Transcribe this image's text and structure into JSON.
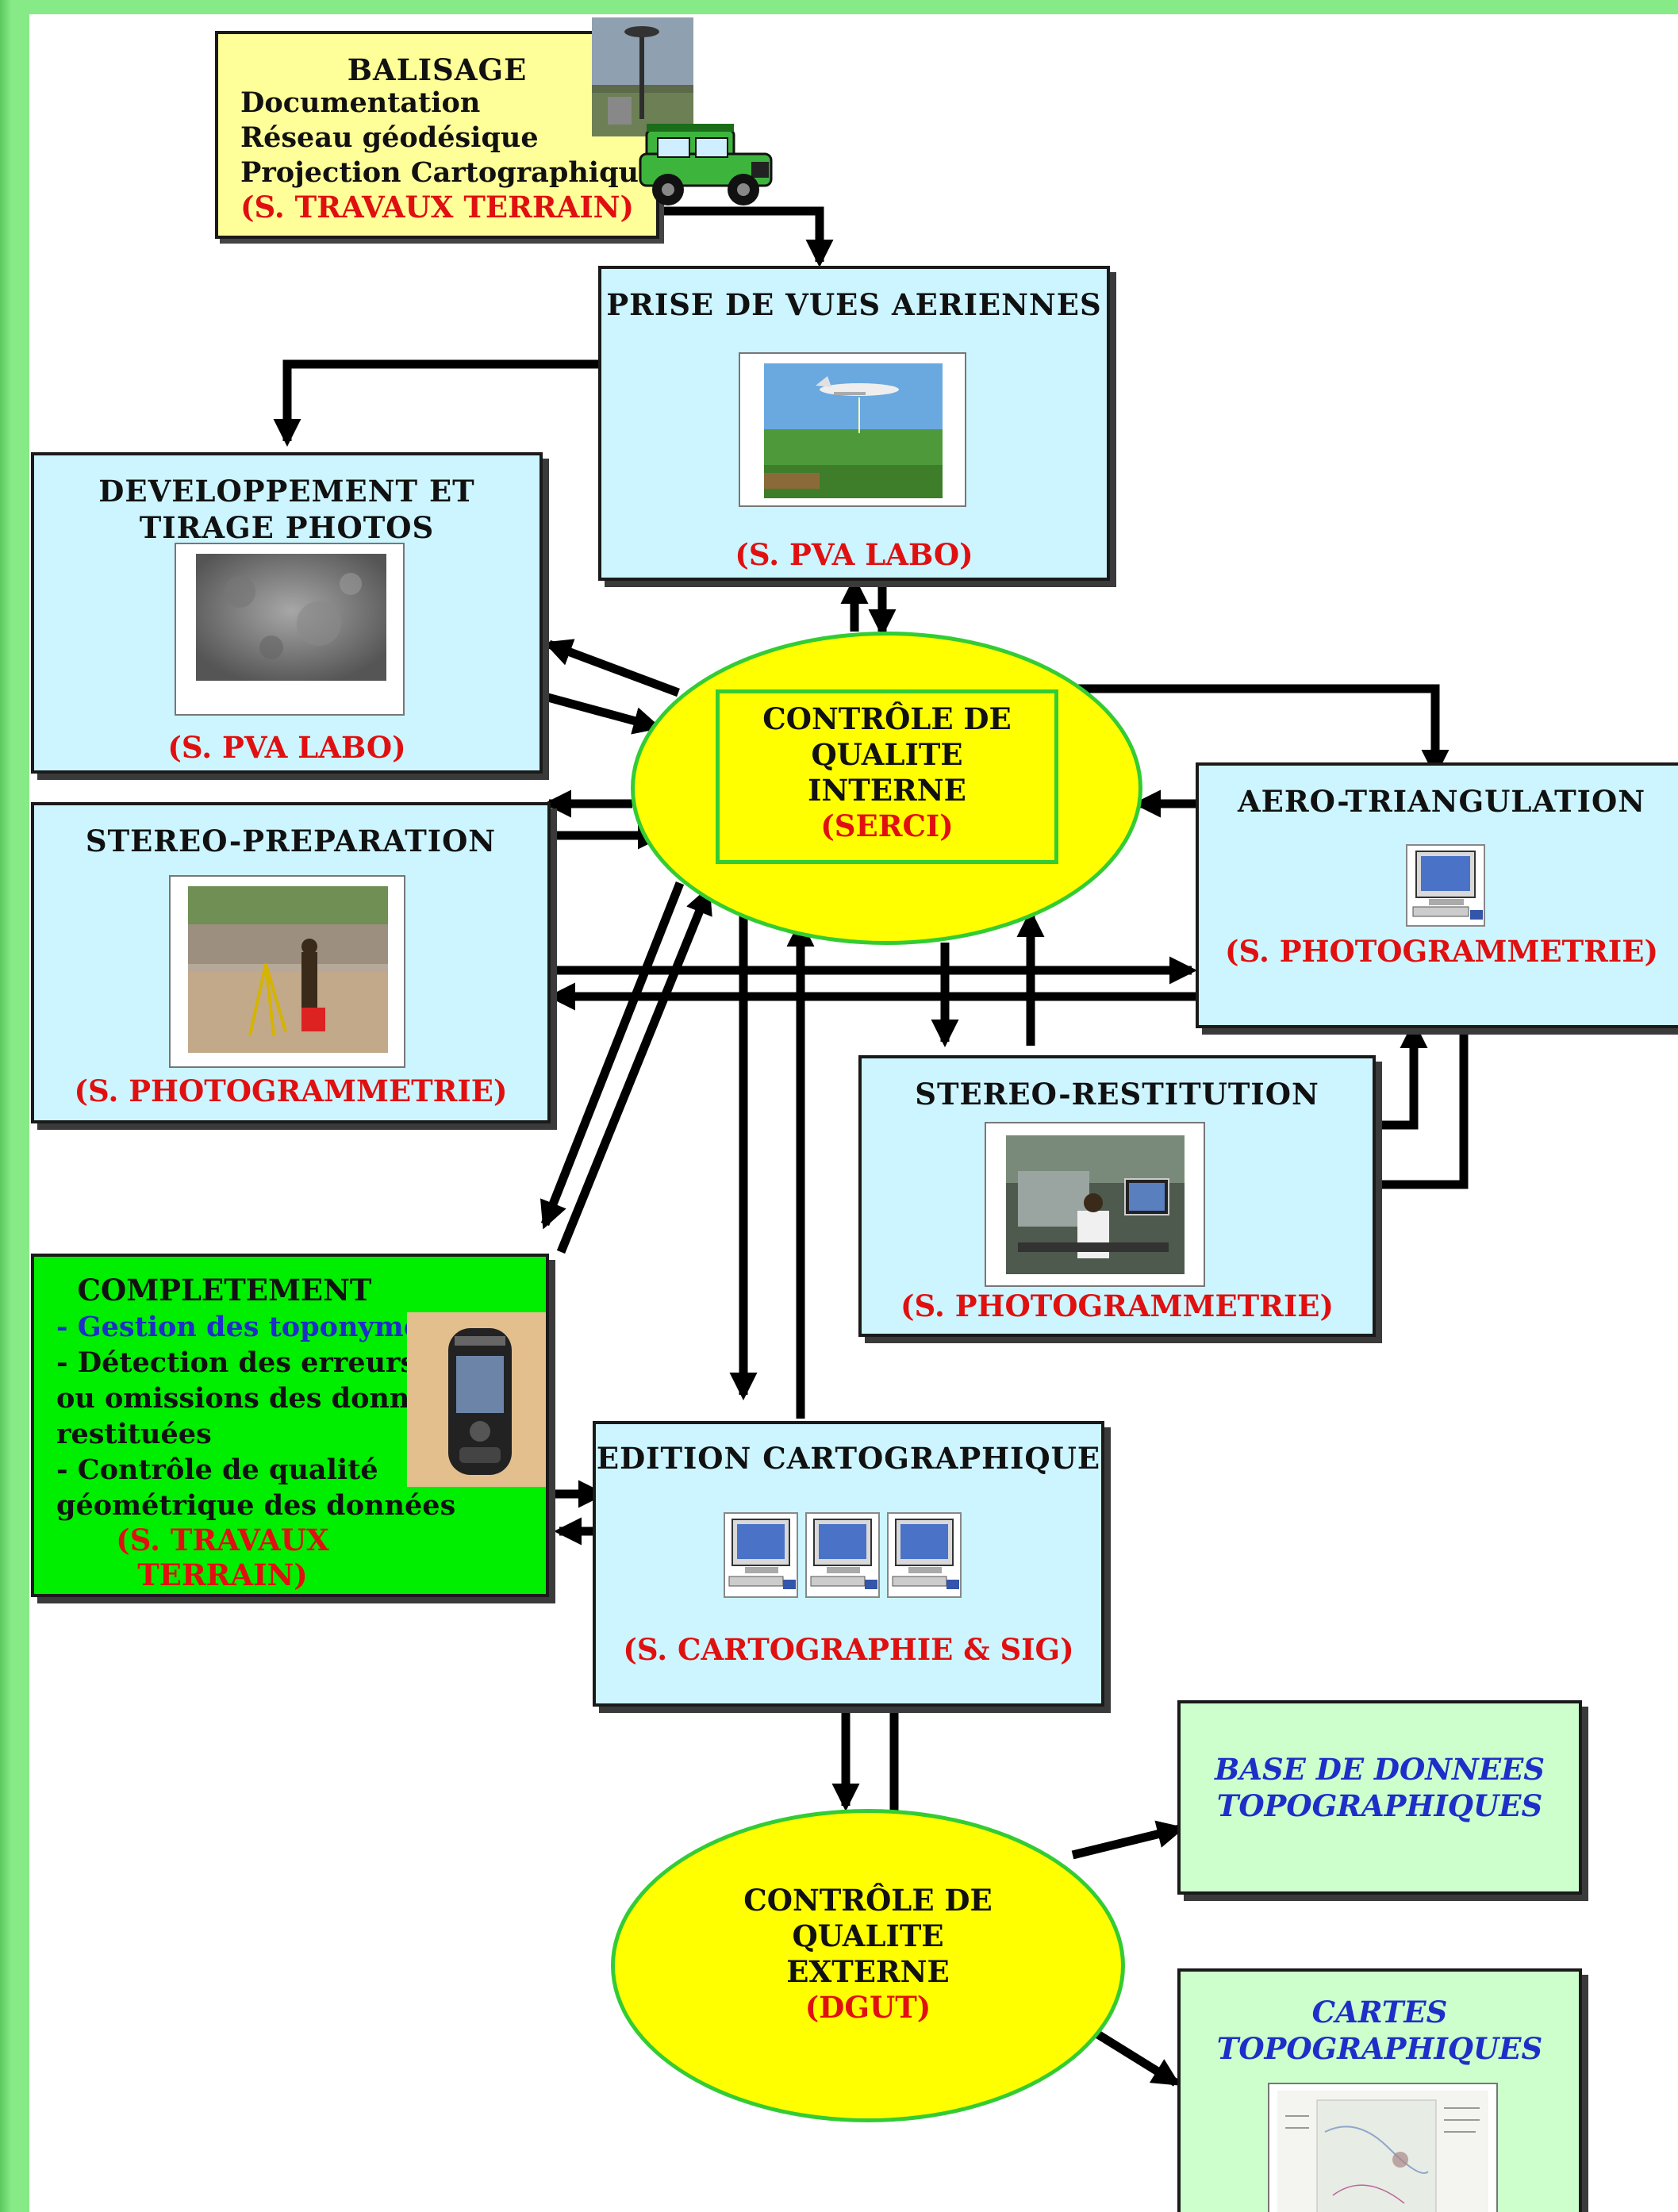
{
  "balisage": {
    "title": "BALISAGE",
    "lines": [
      "Documentation",
      "Réseau géodésique",
      "Projection Cartographique.."
    ],
    "service": "(S. TRAVAUX TERRAIN)"
  },
  "pva": {
    "title": "PRISE DE VUES AERIENNES",
    "service": "(S. PVA LABO)"
  },
  "developpement": {
    "title_line1": "DEVELOPPEMENT ET",
    "title_line2": "TIRAGE PHOTOS AERIENNES",
    "service": "(S. PVA LABO)"
  },
  "cqi": {
    "lines": [
      "CONTRÔLE DE",
      "QUALITE",
      "INTERNE"
    ],
    "service": "(SERCI)"
  },
  "aero": {
    "title": "AERO-TRIANGULATION",
    "service": "(S. PHOTOGRAMMETRIE)"
  },
  "stereo_prep": {
    "title": "STEREO-PREPARATION",
    "service": "(S. PHOTOGRAMMETRIE)"
  },
  "stereo_rest": {
    "title": "STEREO-RESTITUTION",
    "service": "(S. PHOTOGRAMMETRIE)"
  },
  "completement": {
    "title": "COMPLETEMENT",
    "item1": "- Gestion des toponymes",
    "item2_lines": [
      "- Détection des erreurs",
      "ou omissions des données",
      "restituées"
    ],
    "item3_lines": [
      "- Contrôle de qualité",
      "géométrique des données"
    ],
    "service": "(S. TRAVAUX TERRAIN)"
  },
  "edition": {
    "title": "EDITION CARTOGRAPHIQUE",
    "service": "(S. CARTOGRAPHIE & SIG)"
  },
  "cqe": {
    "lines": [
      "CONTRÔLE DE",
      "QUALITE",
      "EXTERNE"
    ],
    "service": "(DGUT)"
  },
  "bdd": {
    "lines": [
      "BASE DE DONNEES",
      "TOPOGRAPHIQUES"
    ]
  },
  "cartes": {
    "lines": [
      "CARTES",
      "TOPOGRAPHIQUES"
    ]
  },
  "colors": {
    "cyan_box": "#ccf5ff",
    "yellow_box": "#ffff99",
    "green_box": "#00ee00",
    "light_green_box": "#ccffcc",
    "ellipse_fill": "#ffff00",
    "ellipse_border": "#33cc33",
    "service_red": "#e01010",
    "output_blue": "#1e2ec8",
    "frame_green": "#86ea86"
  }
}
